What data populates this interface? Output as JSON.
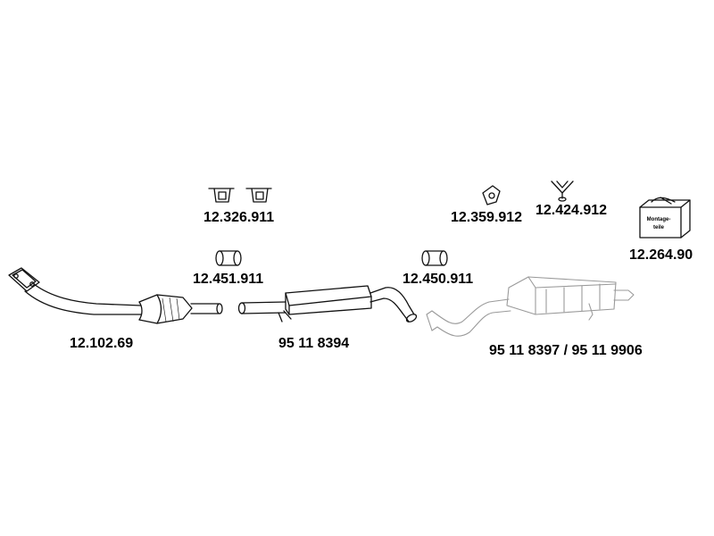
{
  "diagram": {
    "colors": {
      "ink": "#111111",
      "ghost": "#9a9a9a",
      "background": "#ffffff"
    },
    "parts": [
      {
        "id": "front-pipe-catalyst",
        "number": "12.102.69"
      },
      {
        "id": "middle-silencer",
        "number": "95 11 8394"
      },
      {
        "id": "rear-silencer",
        "number": "95 11 8397 / 95 11 9906"
      },
      {
        "id": "rubber-mounts",
        "number": "12.326.911"
      },
      {
        "id": "clamp-front",
        "number": "12.451.911"
      },
      {
        "id": "clamp-rear",
        "number": "12.450.911"
      },
      {
        "id": "hanger-bracket",
        "number": "12.359.912"
      },
      {
        "id": "y-bracket",
        "number": "12.424.912"
      },
      {
        "id": "mounting-kit",
        "number": "12.264.90"
      }
    ],
    "mounting_kit_text": {
      "line1": "Montage-",
      "line2": "teile"
    }
  }
}
